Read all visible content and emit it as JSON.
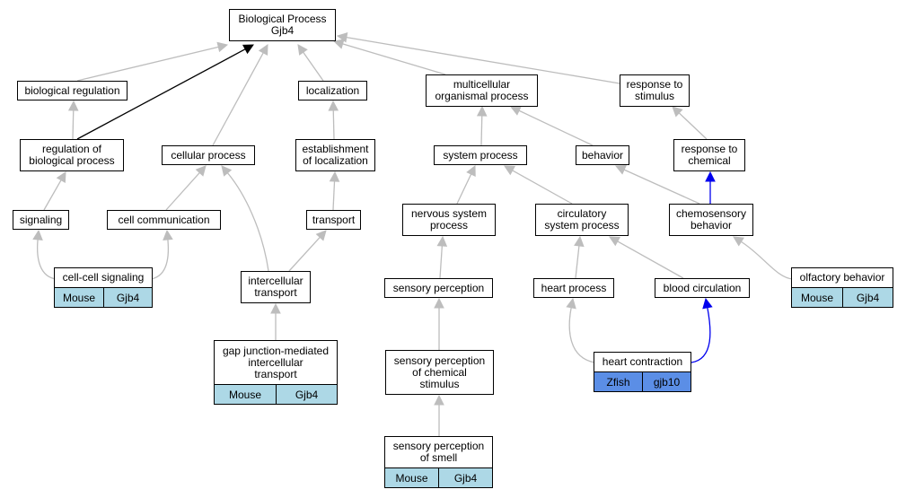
{
  "colors": {
    "edge_gray": "#bdbdbd",
    "edge_black": "#000000",
    "edge_blue": "#0000ee",
    "species_blue": "#add8e6",
    "zfish_blue": "#5b8ee6"
  },
  "nodes": {
    "root": "Biological Process\nGjb4",
    "bio_reg": "biological regulation",
    "localization": "localization",
    "multicell": "multicellular\norganismal process",
    "resp_stim": "response to\nstimulus",
    "reg_bio": "regulation of\nbiological process",
    "cellular": "cellular process",
    "estab_loc": "establishment\nof localization",
    "system": "system process",
    "behavior": "behavior",
    "resp_chem": "response to\nchemical",
    "signaling": "signaling",
    "cell_comm": "cell communication",
    "transport": "transport",
    "nervous": "nervous system\nprocess",
    "circulatory": "circulatory\nsystem process",
    "chemosensory": "chemosensory\nbehavior",
    "cell_cell": "cell-cell signaling",
    "intercellular": "intercellular\ntransport",
    "sensory_perc": "sensory perception",
    "heart_proc": "heart process",
    "blood_circ": "blood circulation",
    "olfactory": "olfactory behavior",
    "gap_junction": "gap junction-mediated\nintercellular\ntransport",
    "chem_stim": "sensory perception\nof chemical\nstimulus",
    "heart_contr": "heart contraction",
    "smell": "sensory perception\nof smell"
  },
  "annotations": {
    "cell_cell": {
      "species": "Mouse",
      "gene": "Gjb4"
    },
    "olfactory": {
      "species": "Mouse",
      "gene": "Gjb4"
    },
    "gap_junction": {
      "species": "Mouse",
      "gene": "Gjb4"
    },
    "heart_contr": {
      "species": "Zfish",
      "gene": "gjb10"
    },
    "smell": {
      "species": "Mouse",
      "gene": "Gjb4"
    }
  },
  "edges": [
    {
      "from": "bio_reg",
      "to": "root",
      "color": "gray"
    },
    {
      "from": "reg_bio",
      "to": "root",
      "color": "black"
    },
    {
      "from": "cellular",
      "to": "root",
      "color": "gray"
    },
    {
      "from": "localization",
      "to": "root",
      "color": "gray"
    },
    {
      "from": "multicell",
      "to": "root",
      "color": "gray"
    },
    {
      "from": "resp_stim",
      "to": "root",
      "color": "gray"
    },
    {
      "from": "reg_bio",
      "to": "bio_reg",
      "color": "gray"
    },
    {
      "from": "estab_loc",
      "to": "localization",
      "color": "gray"
    },
    {
      "from": "system",
      "to": "multicell",
      "color": "gray"
    },
    {
      "from": "behavior",
      "to": "multicell",
      "color": "gray"
    },
    {
      "from": "resp_chem",
      "to": "resp_stim",
      "color": "gray"
    },
    {
      "from": "signaling",
      "to": "reg_bio",
      "color": "gray"
    },
    {
      "from": "cell_comm",
      "to": "cellular",
      "color": "gray"
    },
    {
      "from": "intercellular",
      "to": "cellular",
      "color": "gray"
    },
    {
      "from": "transport",
      "to": "estab_loc",
      "color": "gray"
    },
    {
      "from": "nervous",
      "to": "system",
      "color": "gray"
    },
    {
      "from": "circulatory",
      "to": "system",
      "color": "gray"
    },
    {
      "from": "chemosensory",
      "to": "behavior",
      "color": "gray"
    },
    {
      "from": "chemosensory",
      "to": "resp_chem",
      "color": "blue"
    },
    {
      "from": "cell_cell",
      "to": "signaling",
      "color": "gray"
    },
    {
      "from": "cell_cell",
      "to": "cell_comm",
      "color": "gray"
    },
    {
      "from": "intercellular",
      "to": "transport",
      "color": "gray"
    },
    {
      "from": "sensory_perc",
      "to": "nervous",
      "color": "gray"
    },
    {
      "from": "heart_proc",
      "to": "circulatory",
      "color": "gray"
    },
    {
      "from": "blood_circ",
      "to": "circulatory",
      "color": "gray"
    },
    {
      "from": "olfactory",
      "to": "chemosensory",
      "color": "gray"
    },
    {
      "from": "gap_junction",
      "to": "intercellular",
      "color": "gray"
    },
    {
      "from": "chem_stim",
      "to": "sensory_perc",
      "color": "gray"
    },
    {
      "from": "heart_contr",
      "to": "heart_proc",
      "color": "gray"
    },
    {
      "from": "heart_contr",
      "to": "blood_circ",
      "color": "blue"
    },
    {
      "from": "smell",
      "to": "chem_stim",
      "color": "gray"
    }
  ]
}
